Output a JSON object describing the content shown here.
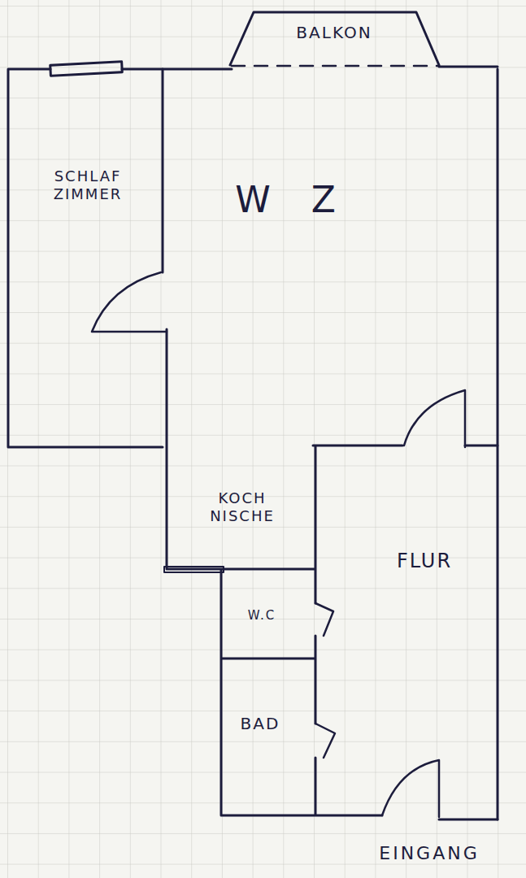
{
  "diagram": {
    "nodes": [
      {
        "text": [
          "BALKON"
        ]
      },
      {
        "text": [
          "SCHLAF ZIMMER"
        ]
      },
      {
        "text": [
          "W Z"
        ]
      },
      {
        "text": [
          "KOCH NISCHE"
        ]
      },
      {
        "text": [
          "FLUR"
        ]
      },
      {
        "text": [
          "W.C"
        ]
      },
      {
        "text": [
          "BAD"
        ]
      }
    ],
    "labels": [
      "EINGANG"
    ]
  }
}
